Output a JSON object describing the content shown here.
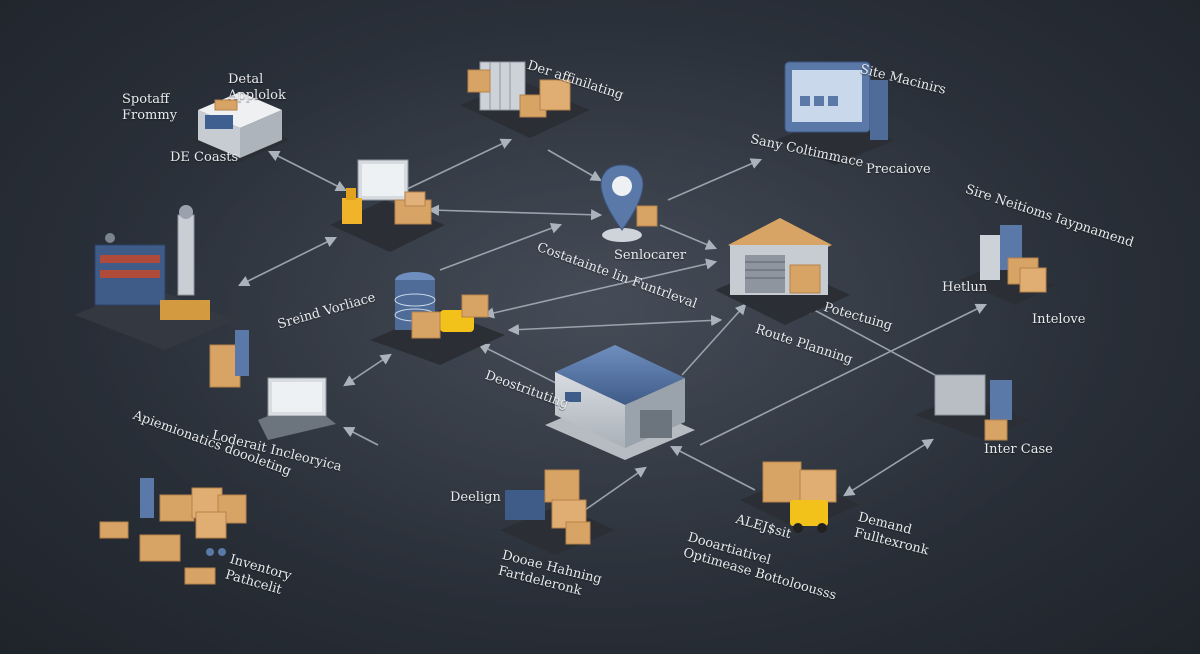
{
  "colors": {
    "background": "#2a3039",
    "connector": "#9aa3ad",
    "box": "#d8a465",
    "box_dark": "#b6824a",
    "steel_blue": "#5a78a8",
    "platform": "#2c3036",
    "truck_yellow": "#f2c21b"
  },
  "labels": {
    "retail_applock": "Detal Applolok",
    "spotaff_frommy": "Spotaff Frommy",
    "de_coasts": "DE Coasts",
    "der_affinilating": "Der affinilating",
    "site_macinirs": "Site Macinirs",
    "sany_coltimmace": "Sany Coltimmace",
    "precaiove": "Precaiove",
    "senlocarer": "Senlocarer",
    "costatainte": "Costatainte lin Funtrleval",
    "sreind_vorliace": "Sreind Vorliace",
    "site_neiions": "Sire Neitioms Iaypnamend",
    "hetlun": "Hetlun",
    "intelove": "Intelove",
    "potectuing": "Potectuing",
    "route_planning": "Route Planning",
    "deostrituting": "Deostrituting",
    "apiemionatics": "Apiemionatics doooleting",
    "loderait_incleoryica": "Loderait Incleoryica",
    "inter_case": "Inter Case",
    "demand_fulltexronk": "Demand Fulltexronk",
    "alejsn": "ALEJ$sit",
    "doooartiativel": "Dooartiativel Optimease Bottoloousss",
    "deelign": "Deelign",
    "doooe_hahning": "Dooae Hahning Fartdeleronk",
    "inventory_pathcelit": "Inventory Pathcelit"
  }
}
